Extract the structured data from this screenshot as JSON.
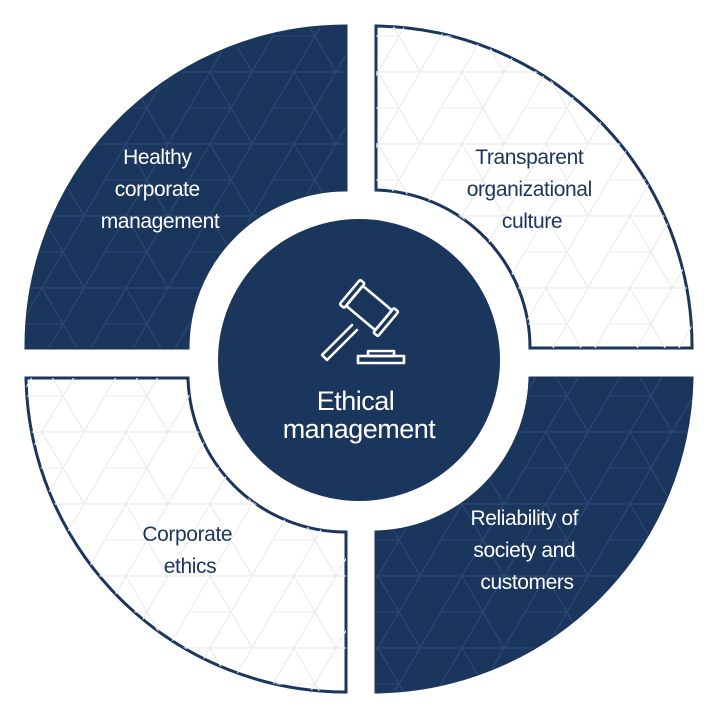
{
  "center": {
    "title_lines": [
      "Ethical",
      "management"
    ],
    "icon": "gavel-icon"
  },
  "quadrants": [
    {
      "id": "top-left",
      "lines": [
        "Healthy",
        "corporate",
        "management"
      ],
      "fill": "dark"
    },
    {
      "id": "top-right",
      "lines": [
        "Transparent",
        "organizational",
        "culture"
      ],
      "fill": "light"
    },
    {
      "id": "bottom-right",
      "lines": [
        "Reliability of",
        "society and",
        "customers"
      ],
      "fill": "dark"
    },
    {
      "id": "bottom-left",
      "lines": [
        "Corporate",
        "ethics"
      ],
      "fill": "light"
    }
  ],
  "colors": {
    "navy": "#1b365d",
    "outline": "#1b365d",
    "light_fill": "#ffffff",
    "pattern_on_dark": "#2a4670",
    "pattern_on_light": "#ececef"
  }
}
